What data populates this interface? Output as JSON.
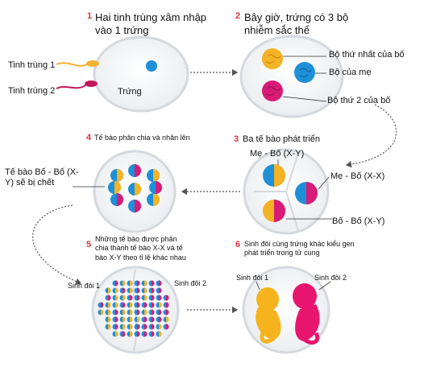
{
  "steps": [
    {
      "num": "1",
      "text": "Hai tinh trùng xâm nhập vào 1 trứng"
    },
    {
      "num": "2",
      "text": "Bây giờ, trứng có 3 bộ nhiễm sắc thể"
    },
    {
      "num": "3",
      "text": "Ba tế bào phát triển"
    },
    {
      "num": "4",
      "text": "Tế bào phân chia và nhân lên"
    },
    {
      "num": "5",
      "text": "Những tế bào được phân chia thành tế bào X-X và tế bào X-Y theo tỉ lệ khác nhau"
    },
    {
      "num": "6",
      "text": "Sinh đôi cùng trứng khác kiểu gen phát triển trong tử cung"
    }
  ],
  "labels": {
    "sperm1": "Tinh trùng 1",
    "sperm2": "Tinh trùng 2",
    "egg": "Trứng",
    "set_father1": "Bộ thứ nhất của bố",
    "set_mother": "Bộ của mẹ",
    "set_father2": "Bộ thứ 2 của bố",
    "cell_mf_xy_top": "Mẹ - Bố (X-Y)",
    "cell_mf_xx": "Mẹ - Bố (X-X)",
    "cell_ff_xy": "Bố - Bố (X-Y)",
    "cell_ff_dies": "Tế bào Bố - Bố (X-Y) sẽ bị chết",
    "twin1_a": "Sinh đôi 1",
    "twin2_a": "Sinh đôi 2",
    "twin1_b": "Sinh đôi 1",
    "twin2_b": "Sinh đôi 2"
  },
  "colors": {
    "step_number": "#d7333b",
    "sperm1": "#f2b233",
    "sperm2": "#c2185b",
    "mother_chromosome": "#1e90d8",
    "father1_chromosome": "#f4b324",
    "father2_chromosome": "#d81b77",
    "xx_twin": "#e8156e",
    "xy_twin": "#f5b41e",
    "dotted_arrow": "#555555"
  }
}
